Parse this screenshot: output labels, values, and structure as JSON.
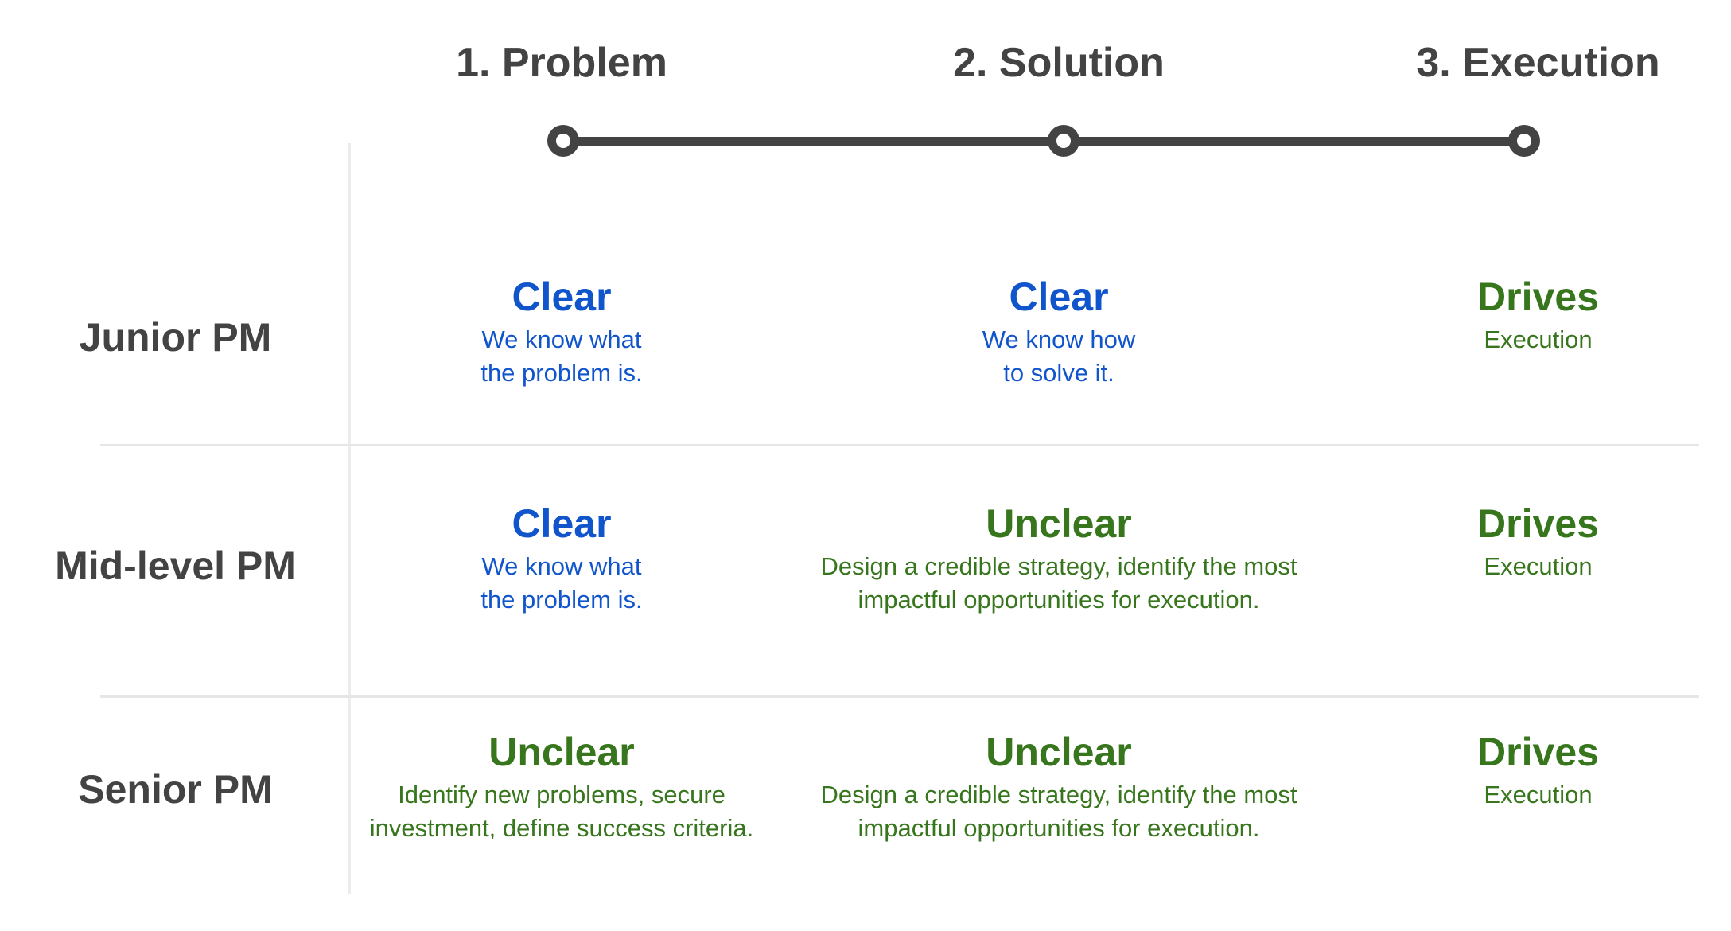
{
  "title": "PM scope by level across problem, solution and execution",
  "colors": {
    "heading_gray": "#434343",
    "clear_blue": "#1155CC",
    "unclear_green": "#38761D",
    "timeline": "#434343",
    "divider": "#e6e6e6"
  },
  "columns": [
    {
      "label": "1. Problem"
    },
    {
      "label": "2. Solution"
    },
    {
      "label": "3. Execution"
    }
  ],
  "timeline": {
    "node_count": 3
  },
  "rows": [
    {
      "label": "Junior PM",
      "cells": [
        {
          "status": "Clear",
          "detail": "We know what\nthe problem is.",
          "tone": "blue"
        },
        {
          "status": "Clear",
          "detail": "We know how\nto solve it.",
          "tone": "blue"
        },
        {
          "status": "Drives",
          "detail": "Execution",
          "tone": "green"
        }
      ]
    },
    {
      "label": "Mid-level PM",
      "cells": [
        {
          "status": "Clear",
          "detail": "We know what\nthe problem is.",
          "tone": "blue"
        },
        {
          "status": "Unclear",
          "detail": "Design a credible strategy, identify the most\nimpactful opportunities for execution.",
          "tone": "green"
        },
        {
          "status": "Drives",
          "detail": "Execution",
          "tone": "green"
        }
      ]
    },
    {
      "label": "Senior PM",
      "cells": [
        {
          "status": "Unclear",
          "detail": "Identify new problems, secure\ninvestment, define success criteria.",
          "tone": "green"
        },
        {
          "status": "Unclear",
          "detail": "Design a credible strategy, identify the most\nimpactful opportunities for execution.",
          "tone": "green"
        },
        {
          "status": "Drives",
          "detail": "Execution",
          "tone": "green"
        }
      ]
    }
  ]
}
